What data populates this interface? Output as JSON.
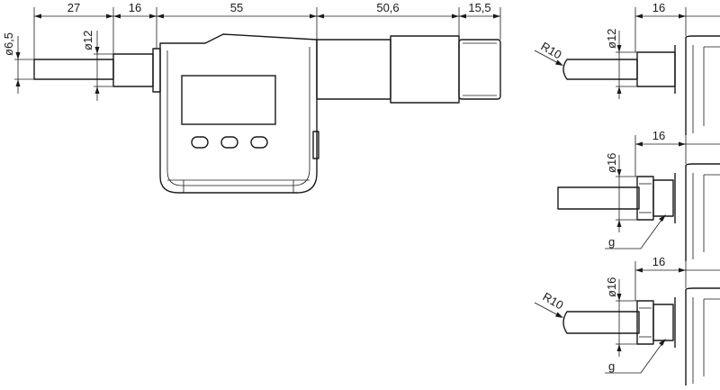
{
  "main_view": {
    "dims_top": [
      "27",
      "16",
      "55",
      "50,6",
      "15,5"
    ],
    "dia_spindle": "ø6,5",
    "dia_sleeve": "ø12"
  },
  "variant_1": {
    "radius": "R10",
    "diameter": "ø12",
    "length": "16"
  },
  "variant_2": {
    "diameter": "ø16",
    "length": "16",
    "thread": "g"
  },
  "variant_3": {
    "radius": "R10",
    "diameter": "ø16",
    "length": "16",
    "thread": "g"
  }
}
